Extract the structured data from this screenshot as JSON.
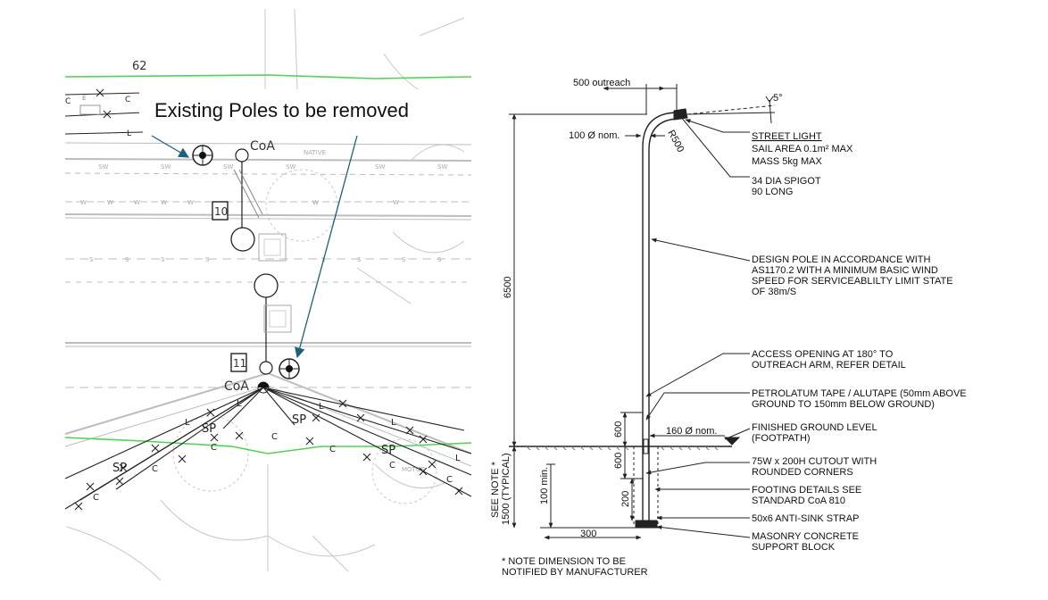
{
  "plan": {
    "callout": "Existing Poles to be removed",
    "lot_number": "62",
    "pole_labels": [
      "CoA",
      "CoA"
    ],
    "pit_labels": [
      "10",
      "11"
    ],
    "line_letters": {
      "sw": "SW",
      "w": "W",
      "s": "S",
      "e": "E",
      "c": "C",
      "l": "L",
      "sp": "SP"
    },
    "small_notes": [
      "NATIVE",
      "MOTOR"
    ]
  },
  "detail": {
    "outreach_dim": "500 outreach",
    "arm_angle": "5°",
    "pole_dia_top": "100 Ø nom.",
    "bend_radius": "R500",
    "height_dim": "6500",
    "cutout_height": "600",
    "cutout_to_ground": "600",
    "bottom_200": "200",
    "min_100": "100 min.",
    "see_note_line1": "SEE NOTE *",
    "see_note_line2": "1500 (TYPICAL)",
    "footing_width": "300",
    "base_dia": "160 Ø nom.",
    "labels": {
      "street_light_title": "STREET LIGHT",
      "street_light_1": "SAIL AREA 0.1m² MAX",
      "street_light_2": "MASS 5kg MAX",
      "spigot_1": "34 DIA SPIGOT",
      "spigot_2": "90 LONG",
      "design_1": "DESIGN POLE IN ACCORDANCE WITH",
      "design_2": "AS1170.2 WITH A MINIMUM BASIC WIND",
      "design_3": "SPEED FOR SERVICEABLILTY LIMIT STATE",
      "design_4": "OF 38m/S",
      "access_1": "ACCESS OPENING AT 180° TO",
      "access_2": "OUTREACH ARM, REFER DETAIL",
      "petro_1": "PETROLATUM TAPE / ALUTAPE (50mm ABOVE",
      "petro_2": "GROUND TO 150mm BELOW GROUND)",
      "fgl_1": "FINISHED GROUND LEVEL",
      "fgl_2": "(FOOTPATH)",
      "cutout_1": "75W x 200H CUTOUT WITH",
      "cutout_2": "ROUNDED CORNERS",
      "footing_1": "FOOTING DETAILS SEE",
      "footing_2": "STANDARD CoA 810",
      "strap": "50x6 ANTI-SINK STRAP",
      "masonry_1": "MASONRY CONCRETE",
      "masonry_2": "SUPPORT BLOCK",
      "note_1": "* NOTE DIMENSION TO BE",
      "note_2": "NOTIFIED BY MANUFACTURER"
    }
  },
  "colors": {
    "boundary_green": "#52d152",
    "arrow_teal": "#1e5f7a",
    "linework": "#222222",
    "faint_linework": "#c8c8c8"
  }
}
